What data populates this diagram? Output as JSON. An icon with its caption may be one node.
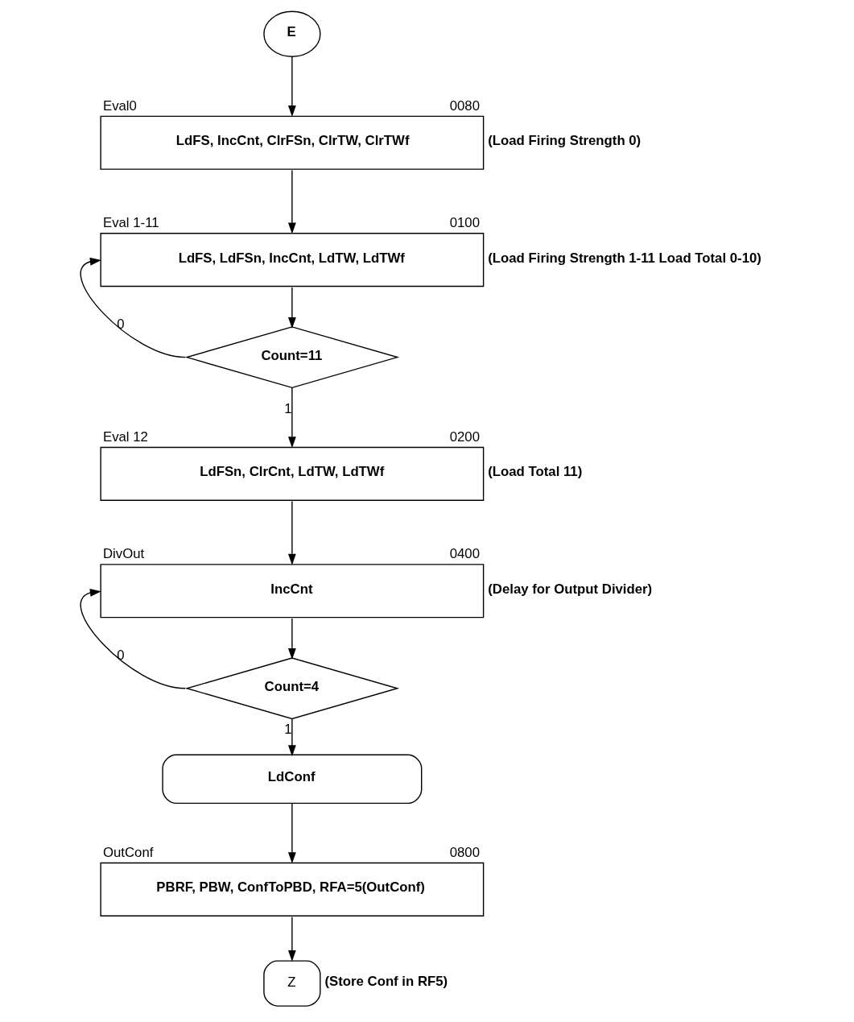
{
  "diagram": {
    "nodes": [
      {
        "text": [
          "E"
        ]
      },
      {
        "text": [
          "Eval0",
          "0080",
          "LdFS, IncCnt, ClrFSn, ClrTW, ClrTWf"
        ],
        "beside": [
          "(Load Firing Strength 0)"
        ]
      },
      {
        "text": [
          "Eval 1-11",
          "0100",
          "LdFS, LdFSn, IncCnt, LdTW, LdTWf"
        ],
        "beside": [
          "(Load Firing Strength 1-11 Load Total 0-10)"
        ]
      },
      {
        "text": [
          "Count=11"
        ]
      },
      {
        "text": [
          "Eval 12",
          "0200",
          "LdFSn, ClrCnt, LdTW, LdTWf"
        ],
        "beside": [
          "(Load Total 11)"
        ]
      },
      {
        "text": [
          "DivOut",
          "0400",
          "IncCnt"
        ],
        "beside": [
          "(Delay for Output Divider)"
        ]
      },
      {
        "text": [
          "Count=4"
        ]
      },
      {
        "text": [
          "LdConf"
        ]
      },
      {
        "text": [
          "OutConf",
          "0800",
          "PBRF, PBW, ConfToPBD, RFA=5(OutConf)"
        ]
      },
      {
        "text": [
          "Z"
        ],
        "beside": [
          "(Store Conf in RF5)"
        ]
      }
    ],
    "edges": [
      {
        "from": 0,
        "to": 1,
        "arrow": "to"
      },
      {
        "from": 1,
        "to": 2,
        "arrow": "to"
      },
      {
        "from": 2,
        "to": 3,
        "arrow": "to"
      },
      {
        "from": 3,
        "to": 2,
        "arrow": "to",
        "label": "0"
      },
      {
        "from": 3,
        "to": 4,
        "arrow": "to",
        "label": "1"
      },
      {
        "from": 4,
        "to": 5,
        "arrow": "to"
      },
      {
        "from": 5,
        "to": 6,
        "arrow": "to"
      },
      {
        "from": 6,
        "to": 5,
        "arrow": "to",
        "label": "0"
      },
      {
        "from": 6,
        "to": 7,
        "arrow": "to",
        "label": "1"
      },
      {
        "from": 7,
        "to": 8,
        "arrow": "to"
      },
      {
        "from": 8,
        "to": 9,
        "arrow": "to"
      }
    ]
  }
}
